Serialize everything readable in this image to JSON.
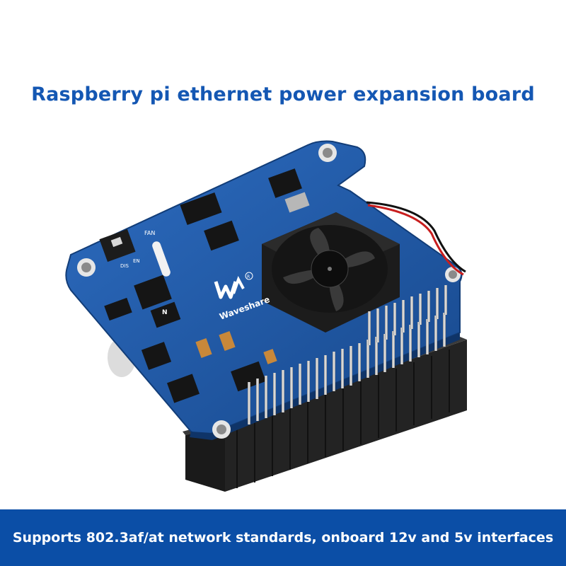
{
  "header": {
    "title": "Raspberry pi ethernet power expansion board"
  },
  "product": {
    "brand_text": "Waveshare",
    "switch_label_left": "DIS",
    "switch_label_right": "EN",
    "fan_label": "FAN",
    "logo_badge": "R",
    "chip_mark": "N"
  },
  "footer": {
    "caption": "Supports 802.3af/at network standards, onboard 12v and 5v interfaces"
  },
  "colors": {
    "title": "#1457b3",
    "footer_bg": "#0b4ea6",
    "pcb": "#1f5aa6"
  }
}
